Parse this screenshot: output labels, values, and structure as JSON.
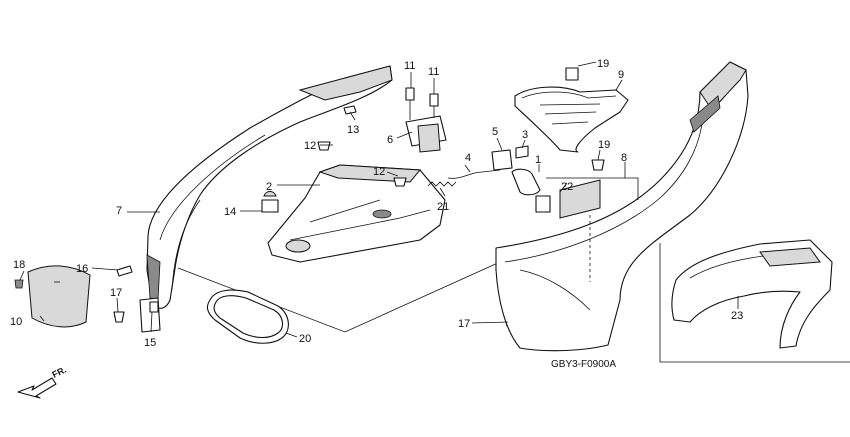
{
  "diagram_code": "GBY3-F0900A",
  "direction_label": "FR.",
  "callouts": [
    "1",
    "2",
    "3",
    "4",
    "5",
    "6",
    "7",
    "8",
    "9",
    "10",
    "11",
    "11",
    "12",
    "12",
    "13",
    "14",
    "15",
    "16",
    "17",
    "17",
    "18",
    "19",
    "19",
    "20",
    "21",
    "22",
    "23"
  ]
}
